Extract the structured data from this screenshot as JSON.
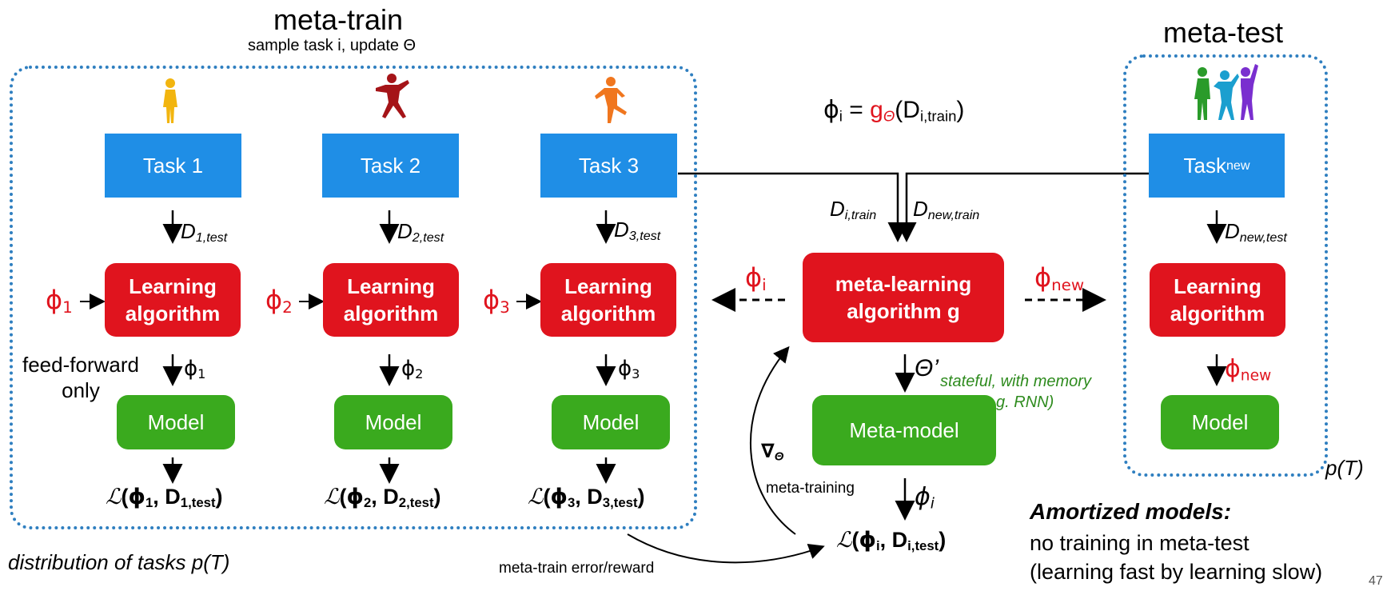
{
  "meta_train": {
    "title": "meta-train",
    "subtitle": "sample task i, update Θ",
    "distribution": "distribution of tasks p(T)",
    "feed_forward": "feed-forward\nonly"
  },
  "meta_test": {
    "title": "meta-test",
    "pT": "p(T)"
  },
  "columns": [
    {
      "task": "Task 1",
      "dtest": "D",
      "dtest_sub": "1,test",
      "phi": "ϕ",
      "phi_sub": "1",
      "alg": "Learning\nalgorithm",
      "model": "Model",
      "loss_phi": "1",
      "loss_d": "1,test"
    },
    {
      "task": "Task 2",
      "dtest": "D",
      "dtest_sub": "2,test",
      "phi": "ϕ",
      "phi_sub": "2",
      "alg": "Learning\nalgorithm",
      "model": "Model",
      "loss_phi": "2",
      "loss_d": "2,test"
    },
    {
      "task": "Task 3",
      "dtest": "D",
      "dtest_sub": "3,test",
      "phi": "ϕ",
      "phi_sub": "3",
      "alg": "Learning\nalgorithm",
      "model": "Model",
      "loss_phi": "3",
      "loss_d": "3,test"
    }
  ],
  "new_column": {
    "task": "Task",
    "task_sub": "new",
    "dtest": "D",
    "dtest_sub": "new,test",
    "alg": "Learning\nalgorithm",
    "phi": "ϕ",
    "phi_sub": "new",
    "model": "Model"
  },
  "center": {
    "equation_phi": "ϕ",
    "equation_phi_sub": "i",
    "equation_eq": " = ",
    "equation_g": "g",
    "equation_g_sub": "Θ",
    "equation_arg": "(D",
    "equation_arg_sub": "i,train",
    "equation_close": ")",
    "d_i_train": "D",
    "d_i_train_sub": "i,train",
    "d_new_train": "D",
    "d_new_train_sub": "new,train",
    "phi_i_left": "ϕ",
    "phi_i_left_sub": "i",
    "phi_new_right": "ϕ",
    "phi_new_right_sub": "new",
    "meta_alg": "meta-learning\nalgorithm g",
    "theta_prime": "Θ’",
    "stateful": "stateful, with memory\n(e.g. RNN)",
    "meta_model": "Meta-model",
    "phi_i_out": "ϕ",
    "phi_i_out_sub": "i",
    "loss_phi": "i",
    "loss_d": "i,test",
    "grad": "∇",
    "grad_sub": "Θ",
    "meta_training": "meta-training",
    "error_reward": "meta-train error/reward"
  },
  "amortized": {
    "title": "Amortized models:",
    "line1": "no training in meta-test",
    "line2": "(learning fast by learning slow)"
  },
  "page_number": "47",
  "colors": {
    "blue": "#1f8ee6",
    "red": "#e0141e",
    "green": "#3aaa1e",
    "dots": "#2f7fc0",
    "stateful_text": "#2e8b1e"
  }
}
